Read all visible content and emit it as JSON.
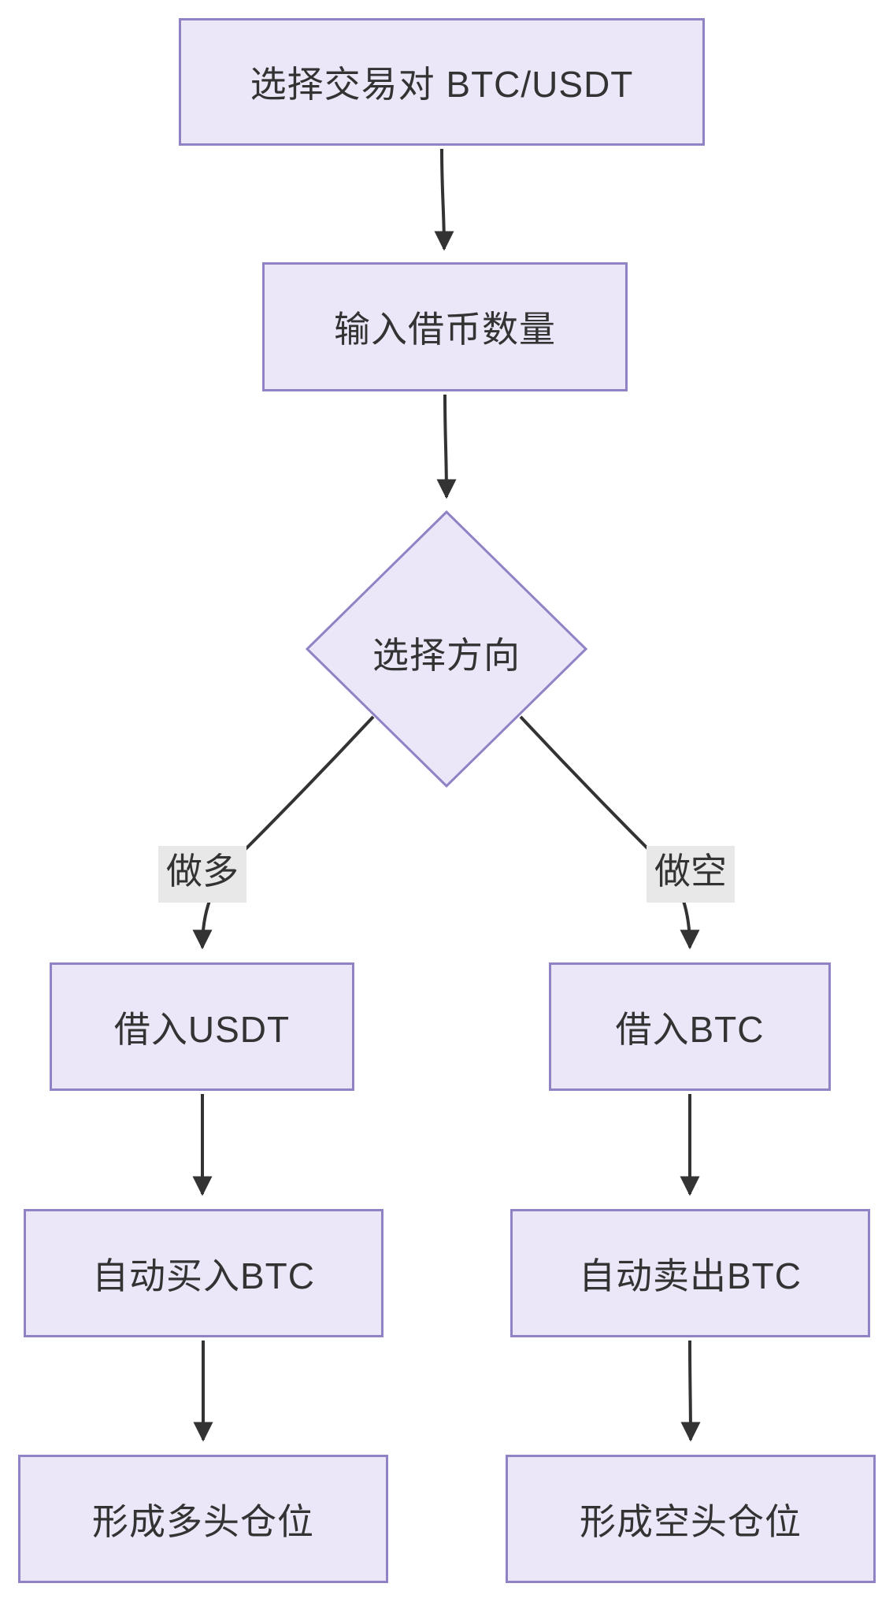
{
  "flowchart": {
    "background_color": "#ffffff",
    "node_fill_color": "#EBE7F8",
    "node_border_color": "#9182C6",
    "edge_color": "#333333",
    "text_color": "#333333",
    "edge_label_bg_color": "#E8E8E8",
    "nodes": [
      {
        "id": "select-pair",
        "shape": "rect",
        "label": "选择交易对 BTC/USDT"
      },
      {
        "id": "input-amount",
        "shape": "rect",
        "label": "输入借币数量"
      },
      {
        "id": "choose-direction",
        "shape": "diamond",
        "label": "选择方向"
      },
      {
        "id": "borrow-usdt",
        "shape": "rect",
        "label": "借入USDT"
      },
      {
        "id": "borrow-btc",
        "shape": "rect",
        "label": "借入BTC"
      },
      {
        "id": "auto-buy-btc",
        "shape": "rect",
        "label": "自动买入BTC"
      },
      {
        "id": "auto-sell-btc",
        "shape": "rect",
        "label": "自动卖出BTC"
      },
      {
        "id": "long-position",
        "shape": "rect",
        "label": "形成多头仓位"
      },
      {
        "id": "short-position",
        "shape": "rect",
        "label": "形成空头仓位"
      }
    ],
    "edge_labels": [
      {
        "id": "long",
        "label": "做多"
      },
      {
        "id": "short",
        "label": "做空"
      }
    ]
  }
}
